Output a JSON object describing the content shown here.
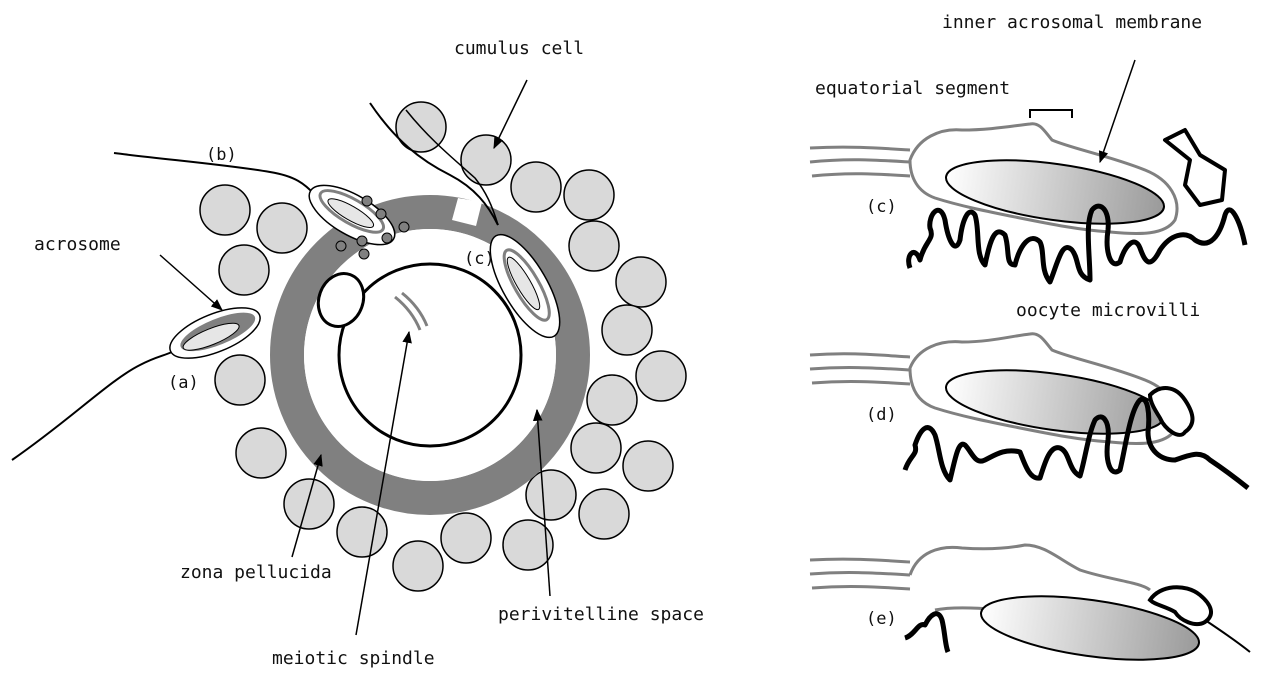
{
  "labels": {
    "cumulus_cell": "cumulus cell",
    "acrosome": "acrosome",
    "zona_pellucida": "zona pellucida",
    "meiotic_spindle": "meiotic spindle",
    "perivitelline_space": "perivitelline space",
    "inner_acrosomal_membrane": "inner acrosomal membrane",
    "equatorial_segment": "equatorial segment",
    "oocyte_microvilli": "oocyte microvilli"
  },
  "stages": {
    "a": "(a)",
    "b": "(b)",
    "c_left": "(c)",
    "c_right": "(c)",
    "d": "(d)",
    "e": "(e)"
  },
  "colors": {
    "cumulus_fill": "#d9d9d9",
    "zona_fill": "#808080",
    "membrane_gray": "#7a7a7a",
    "outline": "#000000"
  }
}
